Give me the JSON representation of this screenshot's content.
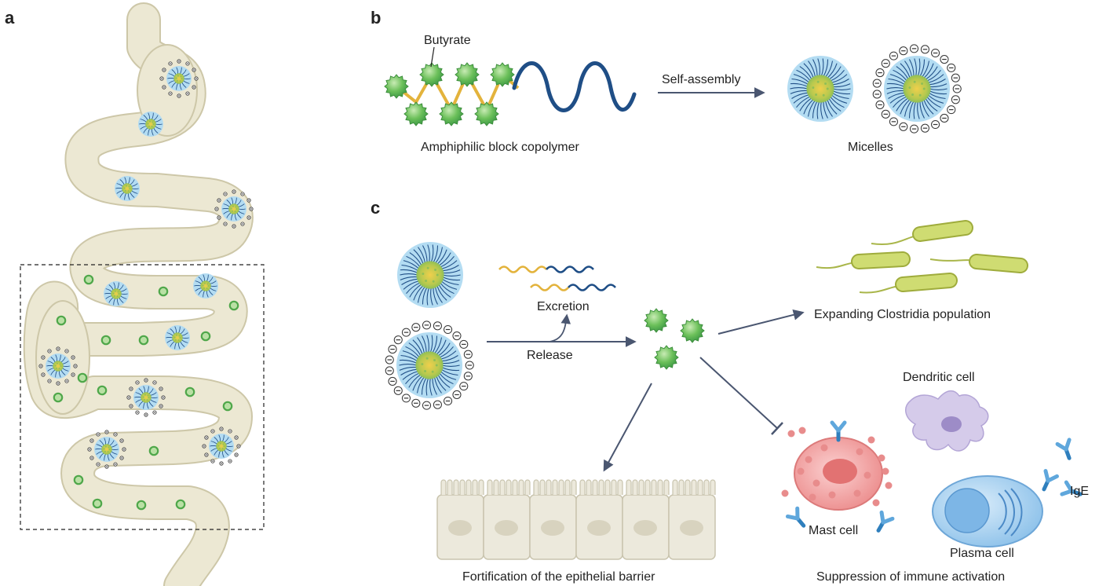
{
  "panels": {
    "a": "a",
    "b": "b",
    "c": "c"
  },
  "labels": {
    "butyrate": "Butyrate",
    "copolymer": "Amphiphilic block copolymer",
    "self_assembly": "Self-assembly",
    "micelles": "Micelles",
    "excretion": "Excretion",
    "release": "Release",
    "clostridia": "Expanding Clostridia population",
    "dendritic": "Dendritic cell",
    "mast": "Mast cell",
    "plasma": "Plasma cell",
    "ige": "IgE",
    "epithelial": "Fortification of the epithelial barrier",
    "immune": "Suppression of immune activation"
  },
  "colors": {
    "gut": "#ece8d3",
    "gut_edge": "#cfc9ad",
    "micelle_blue": "#a9d6ef",
    "core_green": "#a7c64e",
    "core_yellow": "#ecc94a",
    "butyrate_green": "#5fb552",
    "linker_yellow": "#e3b33c",
    "chain_navy": "#1f4e86",
    "arrow": "#4a5670",
    "mast_red": "#f1a4a4",
    "dendritic_purple": "#ccc1e4",
    "plasma_blue": "#a9cfee",
    "bacteria": "#c6d36e",
    "epithelium": "#ece9dc"
  }
}
